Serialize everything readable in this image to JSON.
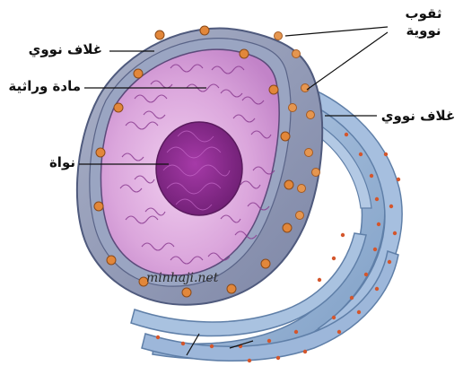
{
  "labels": {
    "nuclear_envelope_left": "غلاف نووي",
    "chromatin": "مادة وراثية",
    "nucleolus": "نواة",
    "nuclear_pores_line1": "ثقوب",
    "nuclear_pores_line2": "نووية",
    "nuclear_envelope_right": "غلاف نووي"
  },
  "watermark": "minhaji.net",
  "colors": {
    "nucleoplasm": "#d9a6db",
    "nucleolus": "#8a2c8e",
    "envelope_outer": "#8e96b3",
    "envelope_inner": "#a9b2cd",
    "er": "#9bb6d6",
    "pore": "#e2873a",
    "ribosome": "#d4562c"
  }
}
